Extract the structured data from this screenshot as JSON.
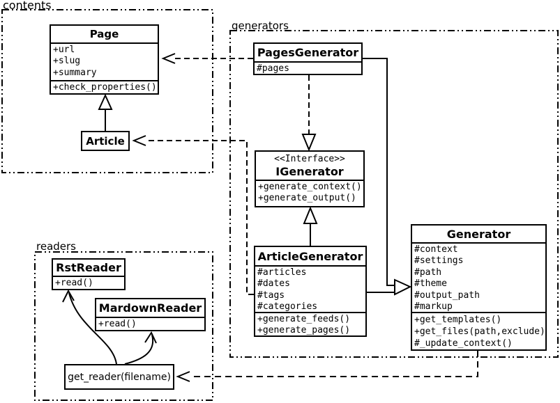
{
  "diagram": {
    "type": "uml-class-diagram",
    "background_color": "#ffffff",
    "line_color": "#000000"
  },
  "packages": {
    "contents": {
      "label": "contents"
    },
    "generators": {
      "label": "generators"
    },
    "readers": {
      "label": "readers"
    }
  },
  "classes": {
    "page": {
      "title": "Page",
      "attributes": [
        "+url",
        "+slug",
        "+summary"
      ],
      "methods": [
        "+check_properties()"
      ]
    },
    "article": {
      "title": "Article"
    },
    "pages_generator": {
      "title": "PagesGenerator",
      "attributes": [
        "#pages"
      ]
    },
    "igenerator": {
      "stereotype": "<<Interface>>",
      "title": "IGenerator",
      "methods": [
        "+generate_context()",
        "+generate_output()"
      ]
    },
    "article_generator": {
      "title": "ArticleGenerator",
      "attributes": [
        "#articles",
        "#dates",
        "#tags",
        "#categories"
      ],
      "methods": [
        "+generate_feeds()",
        "+generate_pages()"
      ]
    },
    "generator": {
      "title": "Generator",
      "attributes": [
        "#context",
        "#settings",
        "#path",
        "#theme",
        "#output_path",
        "#markup"
      ],
      "methods": [
        "+get_templates()",
        "+get_files(path,exclude)",
        "#_update_context()"
      ]
    },
    "rst_reader": {
      "title": "RstReader",
      "methods": [
        "+read()"
      ]
    },
    "mardown_reader": {
      "title": "MardownReader",
      "methods": [
        "+read()"
      ]
    },
    "get_reader": {
      "label": "get_reader(filename)"
    }
  },
  "relationships": [
    {
      "from": "Article",
      "to": "Page",
      "type": "inheritance"
    },
    {
      "from": "PagesGenerator",
      "to": "Page",
      "type": "dependency"
    },
    {
      "from": "PagesGenerator",
      "to": "IGenerator",
      "type": "realization"
    },
    {
      "from": "ArticleGenerator",
      "to": "IGenerator",
      "type": "inheritance"
    },
    {
      "from": "PagesGenerator",
      "to": "Generator",
      "type": "inheritance"
    },
    {
      "from": "ArticleGenerator",
      "to": "Generator",
      "type": "inheritance"
    },
    {
      "from": "ArticleGenerator",
      "to": "Article",
      "type": "dependency"
    },
    {
      "from": "Generator",
      "to": "get_reader",
      "type": "dependency"
    },
    {
      "from": "get_reader",
      "to": "RstReader",
      "type": "association"
    },
    {
      "from": "get_reader",
      "to": "MardownReader",
      "type": "association"
    }
  ]
}
